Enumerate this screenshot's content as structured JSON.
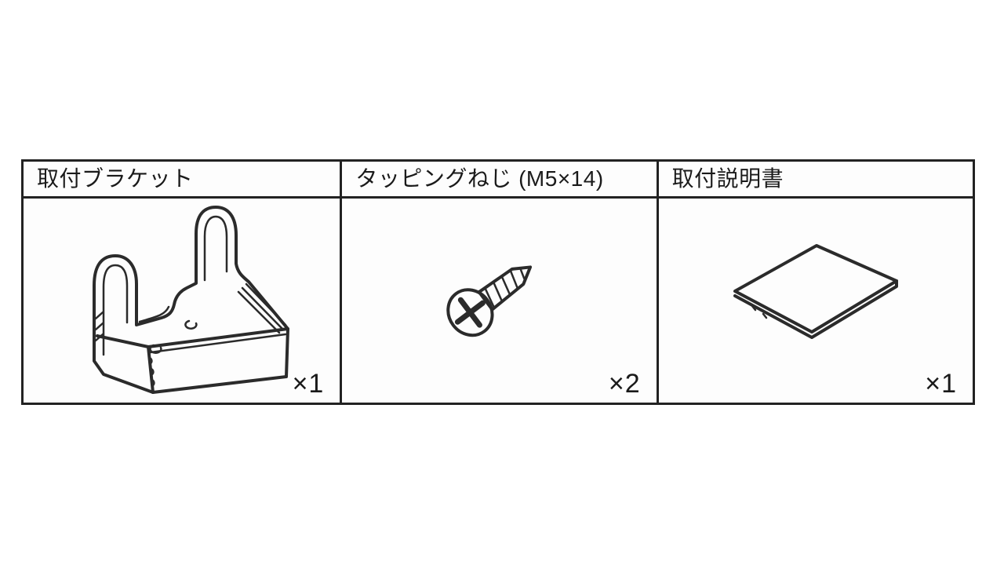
{
  "page": {
    "kind": "installation-manual-supplied-parts-table",
    "background_color": "#ffffff"
  },
  "colors": {
    "table_border": "#222222",
    "line_art": "#2b2b2b",
    "text": "#1a1a1a",
    "cell_background": "#fdfdfd"
  },
  "table": {
    "items": [
      {
        "label": "取付ブラケット",
        "qty": "×1",
        "illustration": "mounting-bracket"
      },
      {
        "label": "タッピングねじ (M5×14)",
        "qty": "×2",
        "illustration": "tapping-screw"
      },
      {
        "label": "取付説明書",
        "qty": "×1",
        "illustration": "instruction-manual"
      }
    ]
  }
}
